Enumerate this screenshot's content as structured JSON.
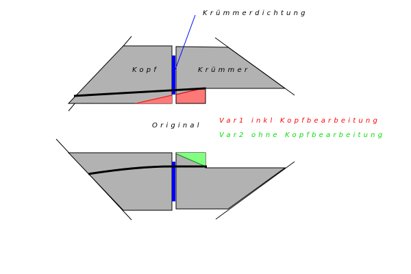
{
  "labels": {
    "gasket": "Krümmerdichtung",
    "head": "Kopf",
    "manifold": "Krümmer",
    "original": "Original",
    "var1": "Var1 inkl Kopfbearbeitung",
    "var2": "Var2 ohne Kopfbearbeitung"
  },
  "colors": {
    "part": "#b2b2b2",
    "gasket": "#0000ff",
    "var1": "#ff0000",
    "var1_fill": "#ff7878",
    "var2": "#00e000",
    "var2_fill": "#80ff80"
  }
}
